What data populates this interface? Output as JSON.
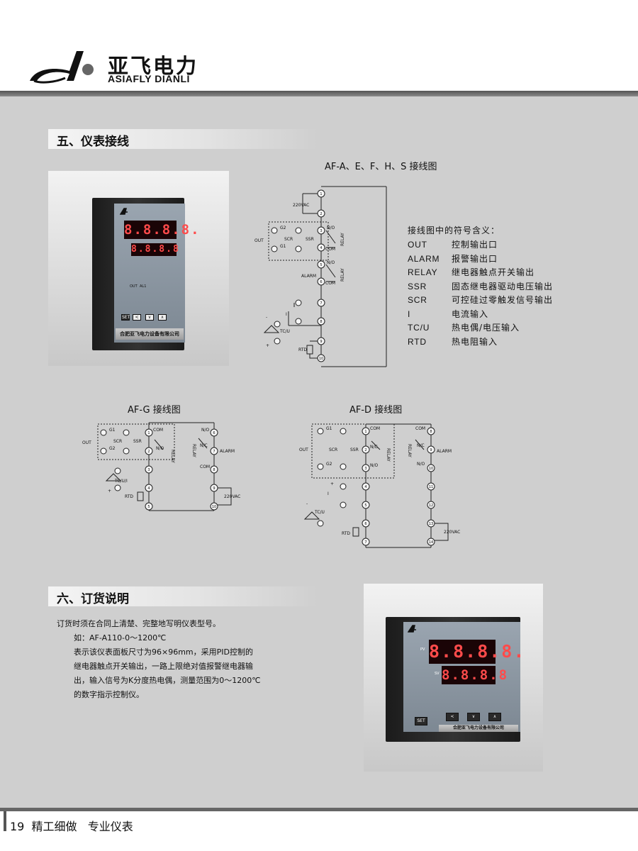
{
  "header": {
    "brand_cn": "亚飞电力",
    "brand_en": "ASIAFLY DIANLI"
  },
  "section5": {
    "title": "五、仪表接线"
  },
  "diagram_A": {
    "title": "AF-A、E、F、H、S 接线图",
    "supply": "220VAC",
    "out": "OUT",
    "g1": "G1",
    "g2": "G2",
    "scr": "SCR",
    "ssr": "SSR",
    "no": "N/O",
    "com": "COM",
    "relay": "RELAY",
    "alarm": "ALARM",
    "tcu": "TC/U",
    "rtd": "RTD",
    "i": "I",
    "plus": "+",
    "minus": "-",
    "terminals": [
      "1",
      "2",
      "3",
      "4",
      "5",
      "6",
      "7",
      "8",
      "9",
      "10"
    ]
  },
  "legend": {
    "heading": "接线图中的符号含义：",
    "items": [
      {
        "key": "OUT",
        "value": "控制输出口"
      },
      {
        "key": "ALARM",
        "value": "报警输出口"
      },
      {
        "key": "RELAY",
        "value": "继电器触点开关输出"
      },
      {
        "key": "SSR",
        "value": "固态继电器驱动电压输出"
      },
      {
        "key": "SCR",
        "value": "可控硅过零触发信号输出"
      },
      {
        "key": "I",
        "value": "电流输入"
      },
      {
        "key": "TC/U",
        "value": "热电偶/电压输入"
      },
      {
        "key": "RTD",
        "value": "热电阻输入"
      }
    ]
  },
  "diagram_G": {
    "title": "AF-G 接线图",
    "tcu": "TC/U/I",
    "nc": "N/C",
    "terminals": [
      "1",
      "2",
      "3",
      "4",
      "5",
      "6",
      "7",
      "8",
      "9",
      "10"
    ]
  },
  "diagram_D": {
    "title": "AF-D 接线图",
    "nc": "N/C",
    "terminals": [
      "1",
      "2",
      "3",
      "4",
      "5",
      "6",
      "7",
      "8",
      "9",
      "10",
      "11",
      "12",
      "13",
      "14"
    ]
  },
  "device1": {
    "display_top": "8.8.8.8.",
    "display_bottom": "8.8.8.8",
    "out": "OUT",
    "al1": "AL1",
    "set": "SET",
    "brand": "合肥亚飞电力设备有限公司"
  },
  "section6": {
    "title": "六、订货说明",
    "lines": [
      "订货时须在合同上清楚、完整地写明仪表型号。",
      "如：AF-A110-0～1200℃",
      "表示该仪表面板尺寸为96×96mm，采用PID控制的",
      "继电器触点开关输出，一路上限绝对值报警继电器输",
      "出，输入信号为K分度热电偶，测量范围为0～1200℃",
      "的数字指示控制仪。"
    ]
  },
  "device2": {
    "display_top": "8.8.8.8.",
    "display_bottom": "8.8.8.8",
    "pv": "PV",
    "sv": "SV",
    "set": "SET",
    "brand": "合肥亚飞电力设备有限公司"
  },
  "footer": {
    "text": "19  精工细做   专业仪表"
  }
}
